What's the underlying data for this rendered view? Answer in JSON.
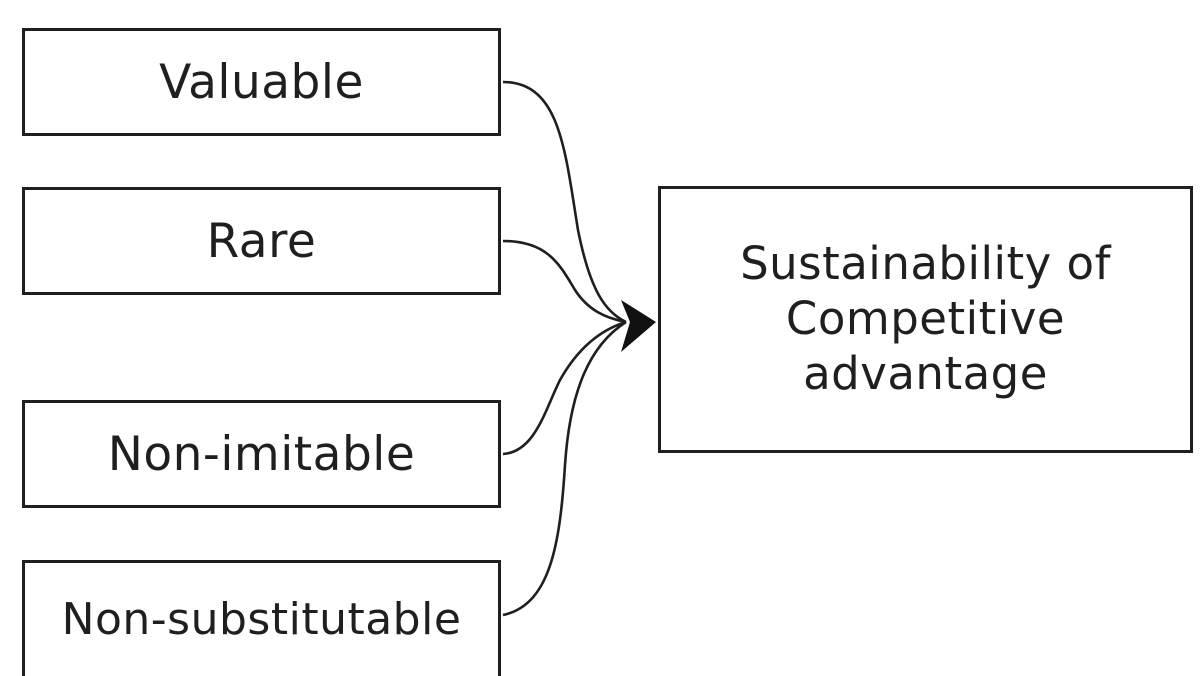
{
  "diagram": {
    "inputs": [
      {
        "label": "Valuable"
      },
      {
        "label": "Rare"
      },
      {
        "label": "Non-imitable"
      },
      {
        "label": "Non-substitutable"
      }
    ],
    "output": {
      "lines": [
        "Sustainability of",
        "Competitive",
        "advantage"
      ]
    },
    "colors": {
      "stroke": "#1f1f1f",
      "background": "#ffffff"
    }
  }
}
